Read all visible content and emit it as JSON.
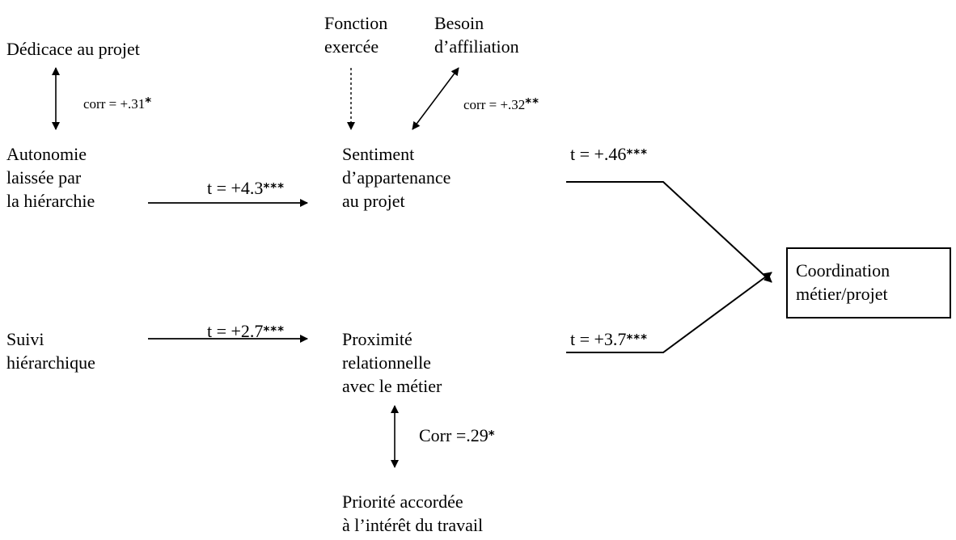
{
  "nodes": {
    "dedicace": [
      "Dédicace au projet"
    ],
    "fonction": [
      "Fonction",
      "exercée"
    ],
    "affiliation": [
      "Besoin",
      "d’affiliation"
    ],
    "autonomie": [
      "Autonomie",
      "laissée par",
      "la hiérarchie"
    ],
    "sentiment": [
      "Sentiment",
      "d’appartenance",
      "au projet"
    ],
    "suivi": [
      "Suivi",
      "hiérarchique"
    ],
    "proximite": [
      "Proximité",
      "relationnelle",
      "avec le métier"
    ],
    "priorite": [
      "Priorité accordée",
      "à l’intérêt du travail"
    ],
    "coordination": [
      "Coordination",
      "métier/projet"
    ]
  },
  "edges": {
    "dedicace_autonomie": {
      "label": "corr = +.31",
      "stars": "*"
    },
    "affiliation_sentiment": {
      "label": "corr = +.32",
      "stars": "**"
    },
    "autonomie_sentiment": {
      "label": "t = +4.3",
      "stars": "***"
    },
    "sentiment_coordination": {
      "label": "t = +.46",
      "stars": "***"
    },
    "suivi_proximite": {
      "label": "t = +2.7",
      "stars": "***"
    },
    "proximite_coordination": {
      "label": "t = +3.7",
      "stars": "***"
    },
    "proximite_priorite": {
      "label": "Corr =.29",
      "stars": "*"
    }
  },
  "colors": {
    "ink": "#000000",
    "background": "#ffffff"
  }
}
